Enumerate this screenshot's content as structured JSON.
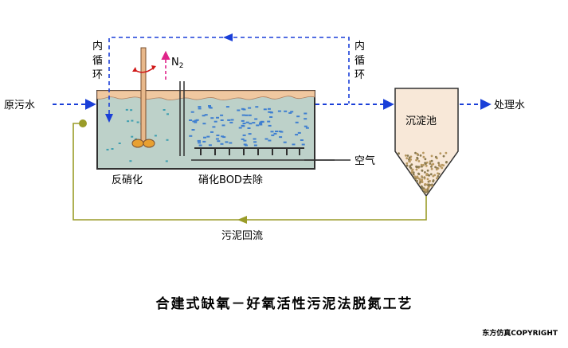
{
  "labels": {
    "raw_sewage": "原污水",
    "inner_circulation_left": [
      "内",
      "循",
      "环"
    ],
    "inner_circulation_right": [
      "内",
      "循",
      "环"
    ],
    "n2": "N",
    "n2_sub": "2",
    "sedimentation_tank": "沉淀池",
    "treated_water": "处理水",
    "air": "空气",
    "denitrification": "反硝化",
    "nitrification_bod": "硝化BOD去除",
    "sludge_return": "污泥回流"
  },
  "title": "合建式缺氧－好氧活性污泥法脱氮工艺",
  "copyright": "东方仿真COPYRIGHT",
  "colors": {
    "flow_blue": "#1a3fd8",
    "n2_magenta": "#e0248a",
    "sludge_olive": "#9a9c28",
    "tank_water": "#bdd1c9",
    "foam": "#f0c8a0",
    "tank_outline": "#303030"
  },
  "icons": [
    "stirrer-icon",
    "aerator-icon",
    "arrow-icon"
  ]
}
